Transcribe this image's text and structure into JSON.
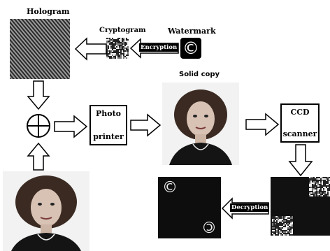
{
  "labels": {
    "hologram": "Hologram",
    "cryptogram": "Cryptogram",
    "watermark": "Watermark",
    "encryption": "Encryption",
    "solid_copy": "Solid copy",
    "decryption": "Decryption"
  },
  "boxes": {
    "photo_printer": [
      "Photo",
      "printer"
    ],
    "ccd_scanner": [
      "CCD",
      "scanner"
    ]
  },
  "watermark_symbol": "©",
  "icons": {
    "watermark": "copyright-icon",
    "combiner": "circle-plus-icon",
    "portrait": "portrait-photo"
  },
  "colors": {
    "ink": "#000000",
    "paper": "#ffffff",
    "dark_panel": "#111111"
  }
}
